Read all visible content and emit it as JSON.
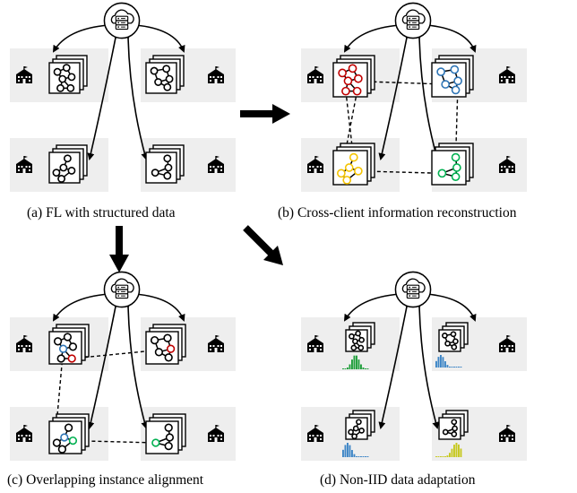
{
  "panels": [
    {
      "id": "a",
      "caption": "(a) FL with structured data"
    },
    {
      "id": "b",
      "caption": "(b) Cross-client information reconstruction"
    },
    {
      "id": "c",
      "caption": "(c) Overlapping instance alignment"
    },
    {
      "id": "d",
      "caption": "(d) Non-IID data adaptation"
    }
  ],
  "icons": {
    "server": "cloud-server-icon",
    "client": "school-building-icon",
    "graph_stack": "graph-stack-icon",
    "histogram": "histogram-icon"
  },
  "colors": {
    "red": "#c00000",
    "blue": "#2e75b6",
    "yellow": "#f5c400",
    "green": "#00b050",
    "hist_green": "#1e9e3a",
    "hist_blue": "#3d85c6",
    "hist_yellow": "#c6c81e",
    "client_bg": "#eeeeee",
    "line": "#000000"
  }
}
